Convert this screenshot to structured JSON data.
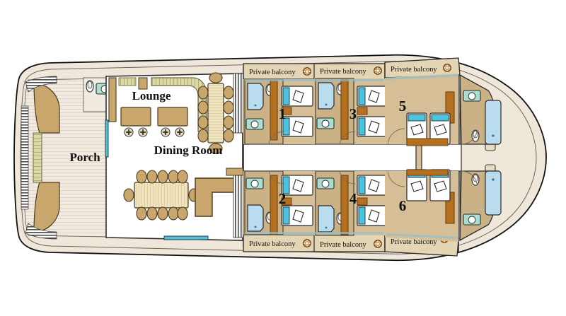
{
  "plan": {
    "title": "Yacht Main Deck Plan",
    "type": "deck-plan",
    "orientation": "bow-right"
  },
  "colors": {
    "hull_outline": "#1a1a1a",
    "hull_deck": "#efe7da",
    "hull_rim": "#ded3c0",
    "porch_floor": "#f0e9e0",
    "cabin_floor": "#d6bf96",
    "balcony_floor": "#e4d6b4",
    "interior_white": "#ffffff",
    "wood_dark": "#b5701f",
    "wood_mid": "#c08a3e",
    "furniture_tan": "#c9a66b",
    "furniture_light": "#f0e3c0",
    "bath_blue": "#b9dcef",
    "bath_green": "#a9ded0",
    "accent_cyan": "#4ec3dd",
    "bench_olive": "#b8bc86",
    "text": "#111111"
  },
  "labels": {
    "porch": "Porch",
    "lounge": "Lounge",
    "dining_room": "Dining Room",
    "balcony": "Private balcony"
  },
  "rooms": [
    {
      "id": "porch",
      "name": "Porch",
      "label": "Porch"
    },
    {
      "id": "lounge",
      "name": "Lounge",
      "label": "Lounge"
    },
    {
      "id": "dining",
      "name": "Dining Room",
      "label": "Dining Room"
    }
  ],
  "cabins": [
    {
      "id": "cabin-1",
      "number": "1",
      "position": "upper-port",
      "balcony": "Private balcony",
      "beds": 2,
      "bath": true
    },
    {
      "id": "cabin-2",
      "number": "2",
      "position": "lower-port",
      "balcony": "Private balcony",
      "beds": 2,
      "bath": true
    },
    {
      "id": "cabin-3",
      "number": "3",
      "position": "upper-mid",
      "balcony": "Private balcony",
      "beds": 2,
      "bath": true
    },
    {
      "id": "cabin-4",
      "number": "4",
      "position": "lower-mid",
      "balcony": "Private balcony",
      "beds": 2,
      "bath": true
    },
    {
      "id": "cabin-5",
      "number": "5",
      "position": "upper-starboard",
      "balcony": "Private balcony",
      "beds": 2,
      "bath": true
    },
    {
      "id": "cabin-6",
      "number": "6",
      "position": "lower-starboard",
      "balcony": "Private balcony",
      "beds": 2,
      "bath": true
    }
  ],
  "balcony_labels": [
    {
      "id": "balcony-top-1",
      "text": "Private balcony",
      "icon": "ship-wheel-icon"
    },
    {
      "id": "balcony-top-2",
      "text": "Private balcony",
      "icon": "ship-wheel-icon"
    },
    {
      "id": "balcony-top-3",
      "text": "Private balcony",
      "icon": "ship-wheel-icon"
    },
    {
      "id": "balcony-bottom-1",
      "text": "Private balcony",
      "icon": "ship-wheel-icon"
    },
    {
      "id": "balcony-bottom-2",
      "text": "Private balcony",
      "icon": "ship-wheel-icon"
    },
    {
      "id": "balcony-bottom-3",
      "text": "Private balcony",
      "icon": "ship-wheel-icon"
    }
  ],
  "furniture": {
    "dining_table_main": {
      "name": "dining-table",
      "chairs_per_side": 5,
      "chairs_end": 2
    },
    "dining_table_side": {
      "name": "side-dining-table",
      "chairs_per_side": 4,
      "chairs_end": 2
    },
    "lounge_tables": 2,
    "lounge_stools": 4,
    "lounge_bench": "L-shaped bench",
    "bar_counter": "L-shaped bar"
  }
}
